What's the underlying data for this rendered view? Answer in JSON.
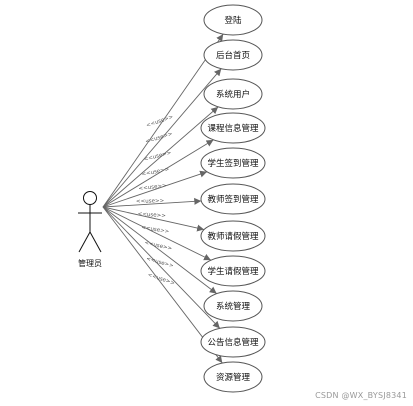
{
  "actor": {
    "label": "管理员"
  },
  "stereotype": "<<use>>",
  "use_cases": [
    {
      "label": "登陆"
    },
    {
      "label": "后台首页"
    },
    {
      "label": "系统用户"
    },
    {
      "label": "课程信息管理"
    },
    {
      "label": "学生签到管理"
    },
    {
      "label": "教师签到管理"
    },
    {
      "label": "教师请假管理"
    },
    {
      "label": "学生请假管理"
    },
    {
      "label": "系统管理"
    },
    {
      "label": "公告信息管理"
    },
    {
      "label": "资源管理"
    }
  ],
  "watermark": "CSDN @WX_BYSJ8341",
  "colors": {
    "line": "#666666",
    "ellipse_stroke": "#555555",
    "ellipse_fill": "#ffffff"
  }
}
